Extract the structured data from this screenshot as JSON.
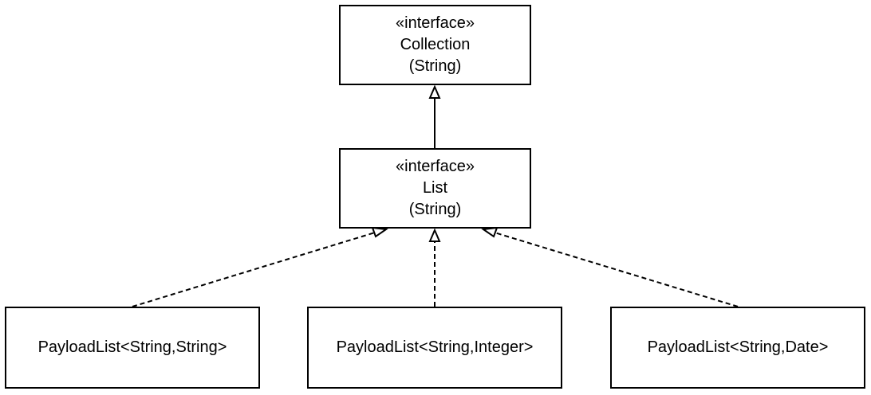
{
  "diagram": {
    "nodes": {
      "collection": {
        "stereotype": "«interface»",
        "name": "Collection",
        "param": "(String)"
      },
      "list": {
        "stereotype": "«interface»",
        "name": "List",
        "param": "(String)"
      },
      "impl_1": {
        "name": "PayloadList<String,String>"
      },
      "impl_2": {
        "name": "PayloadList<String,Integer>"
      },
      "impl_3": {
        "name": "PayloadList<String,Date>"
      }
    },
    "edges": [
      {
        "from": "list",
        "to": "collection",
        "kind": "generalization",
        "line": "solid"
      },
      {
        "from": "impl_1",
        "to": "list",
        "kind": "realization",
        "line": "dashed"
      },
      {
        "from": "impl_2",
        "to": "list",
        "kind": "realization",
        "line": "dashed"
      },
      {
        "from": "impl_3",
        "to": "list",
        "kind": "realization",
        "line": "dashed"
      }
    ],
    "colors": {
      "stroke": "#000000",
      "fill": "#ffffff"
    }
  }
}
